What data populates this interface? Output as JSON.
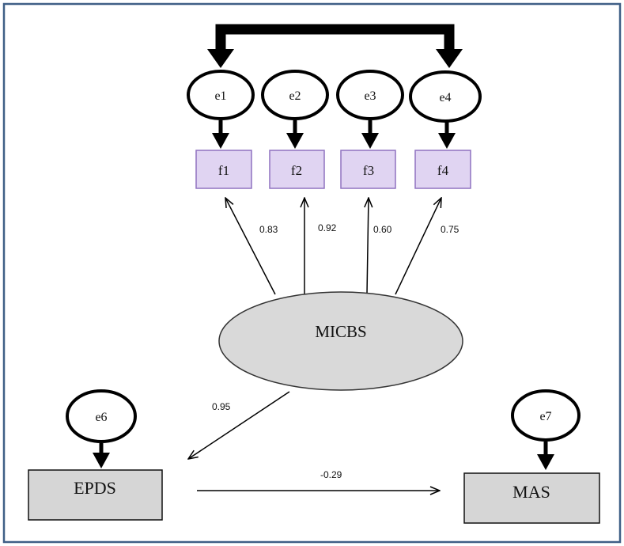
{
  "diagram": {
    "colors": {
      "frame": "#3f5f86",
      "indicator_fill": "#e0d4f2",
      "indicator_stroke": "#8f72c0",
      "latent_fill": "#d9d9d9",
      "box_fill": "#d6d6d6",
      "line": "#000000"
    },
    "latent": {
      "label": "MICBS"
    },
    "errors": [
      {
        "id": "e1",
        "label": "e1"
      },
      {
        "id": "e2",
        "label": "e2"
      },
      {
        "id": "e3",
        "label": "e3"
      },
      {
        "id": "e4",
        "label": "e4"
      },
      {
        "id": "e6",
        "label": "e6"
      },
      {
        "id": "e7",
        "label": "e7"
      }
    ],
    "indicators": [
      {
        "id": "f1",
        "label": "f1",
        "loading": "0.83"
      },
      {
        "id": "f2",
        "label": "f2",
        "loading": "0.92"
      },
      {
        "id": "f3",
        "label": "f3",
        "loading": "0.60"
      },
      {
        "id": "f4",
        "label": "f4",
        "loading": "0.75"
      }
    ],
    "outcomes": [
      {
        "id": "epds",
        "label": "EPDS"
      },
      {
        "id": "mas",
        "label": "MAS"
      }
    ],
    "paths": {
      "micbs_to_epds": "0.95",
      "epds_to_mas": "-0.29"
    },
    "covariance": {
      "from": "e1",
      "to": "e4"
    }
  }
}
